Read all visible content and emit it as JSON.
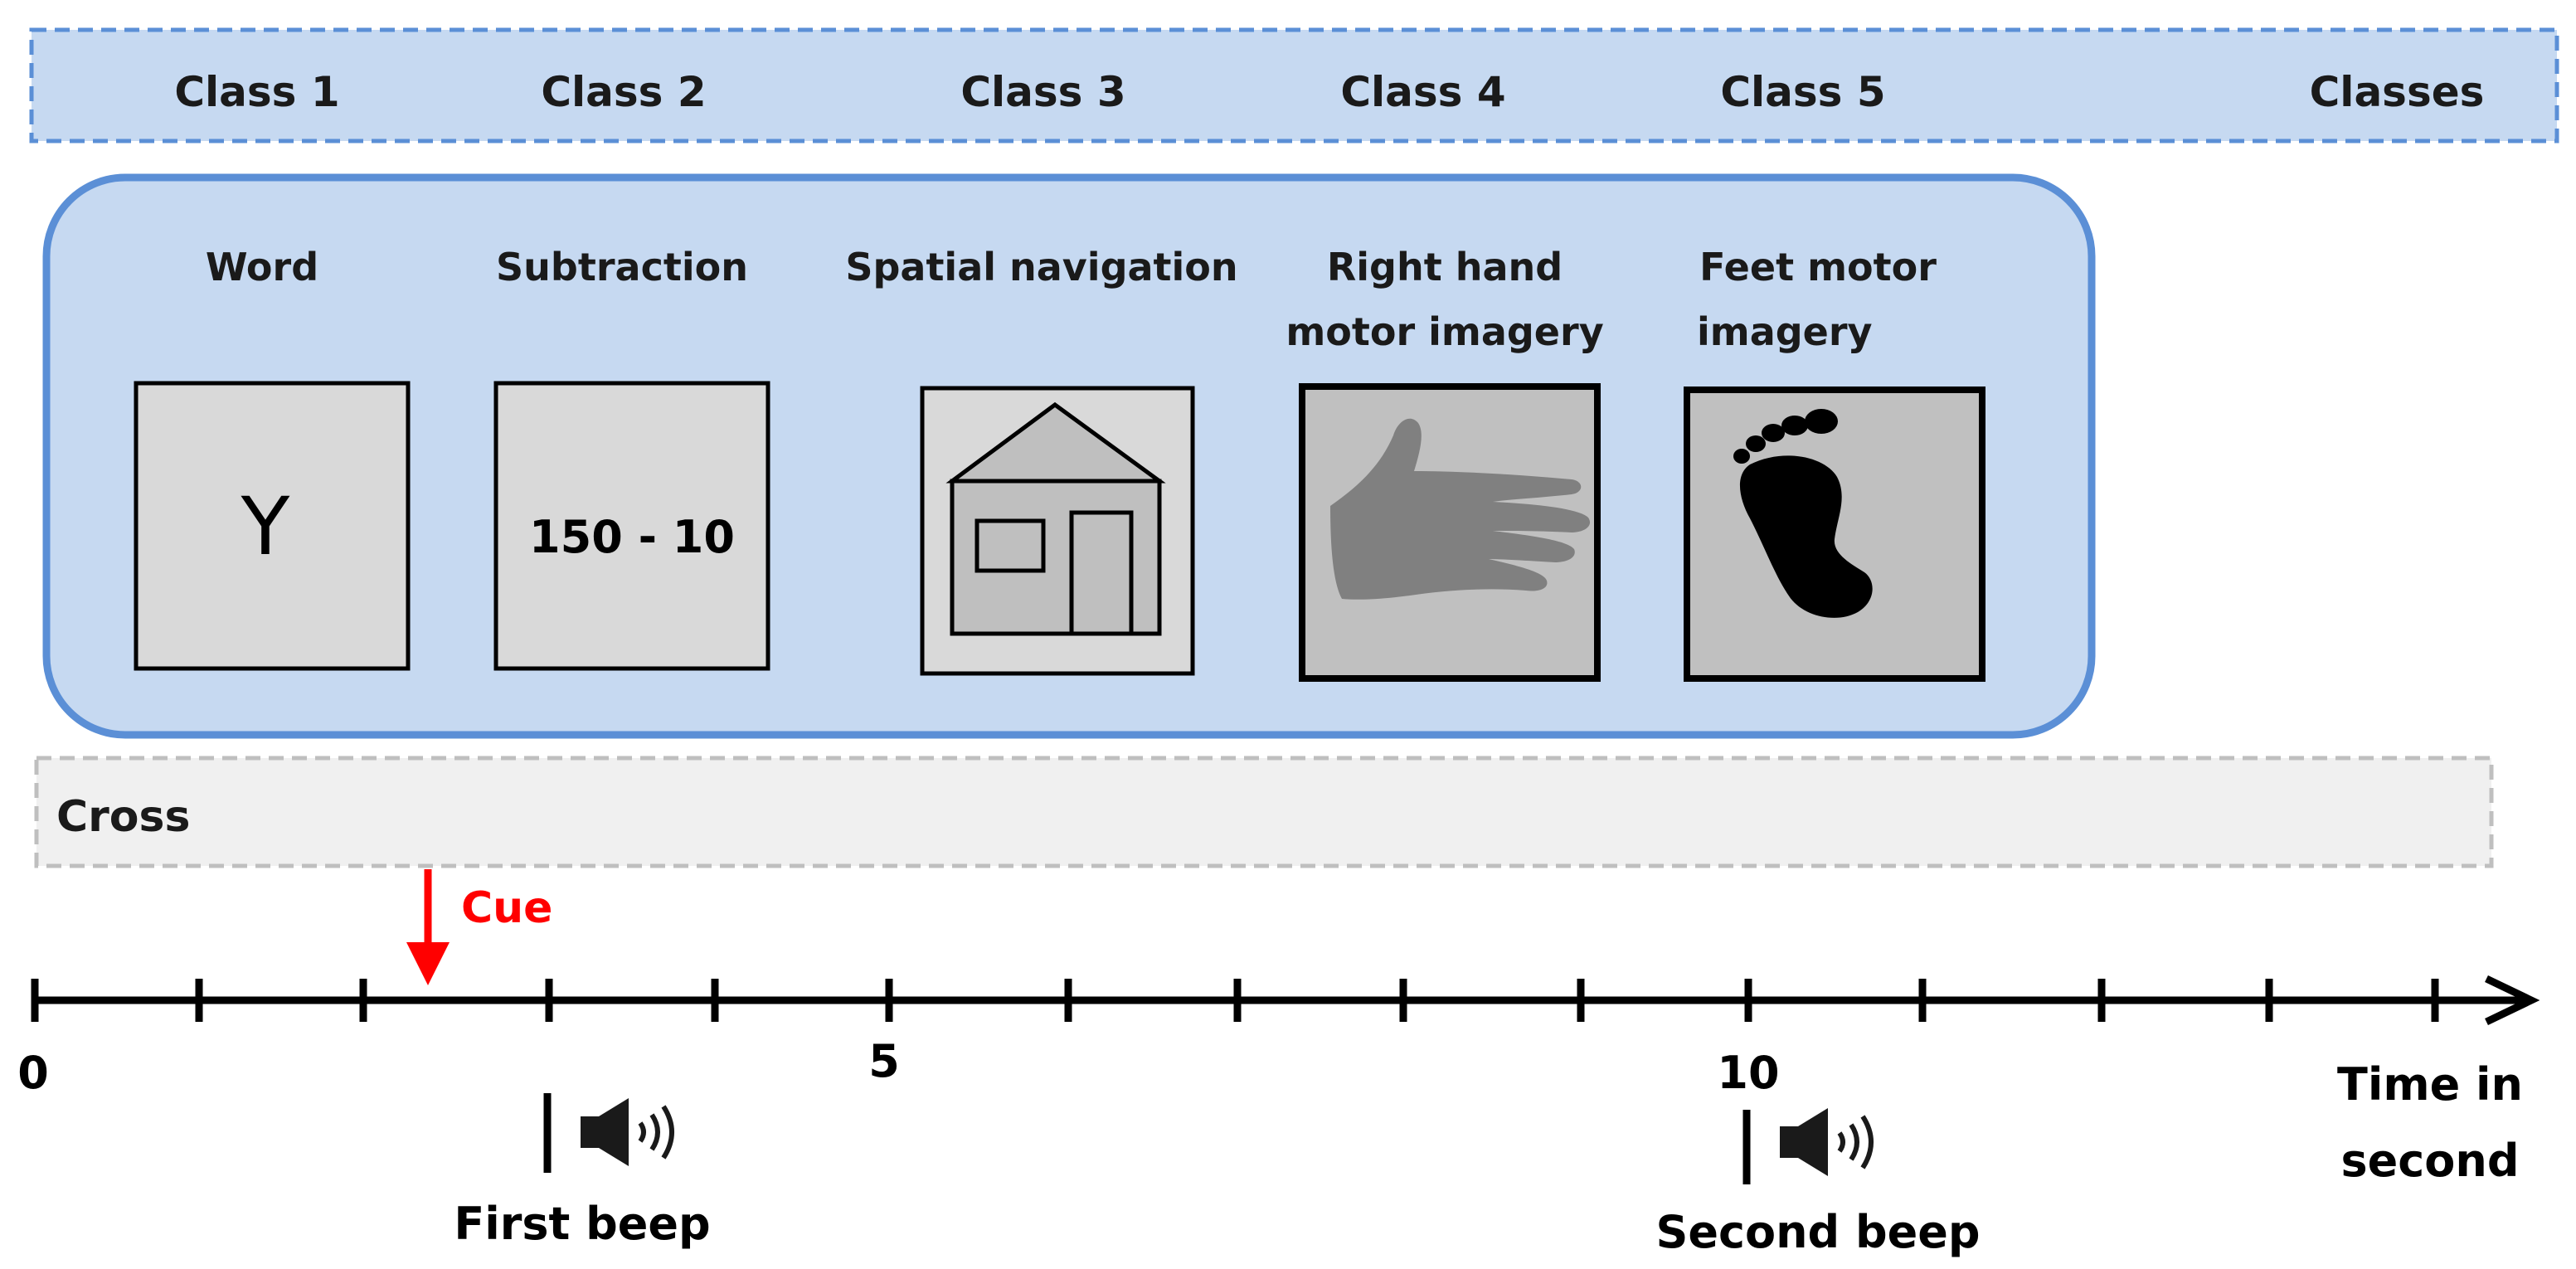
{
  "classes_bar": {
    "labels": [
      "Class 1",
      "Class 2",
      "Class 3",
      "Class 4",
      "Class 5"
    ],
    "end_label": "Classes"
  },
  "tasks": [
    {
      "title_lines": [
        "Word"
      ],
      "stimulus_text": "Y",
      "stimulus": "letter"
    },
    {
      "title_lines": [
        "Subtraction"
      ],
      "stimulus_text": "150 - 10",
      "stimulus": "equation"
    },
    {
      "title_lines": [
        "Spatial navigation"
      ],
      "stimulus": "house-icon"
    },
    {
      "title_lines": [
        "Right hand",
        "motor imagery"
      ],
      "stimulus": "hand-icon"
    },
    {
      "title_lines": [
        "Feet motor",
        "imagery"
      ],
      "stimulus": "foot-icon"
    }
  ],
  "cross": {
    "label": "Cross"
  },
  "cue": {
    "label": "Cue",
    "color": "#ff0000"
  },
  "timeline": {
    "tick_labels": [
      "0",
      "5",
      "10"
    ],
    "axis_label_lines": [
      "Time in",
      "second"
    ]
  },
  "beeps": {
    "first": {
      "label": "First beep"
    },
    "second": {
      "label": "Second beep"
    }
  },
  "colors": {
    "panel_fill": "#c6d9f1",
    "panel_border": "#5b8fd6",
    "cross_fill": "#f0f0f0",
    "cross_border": "#bfbfbf",
    "stimulus_bg": "#d9d9d9",
    "hand": "#808080",
    "foot_bg": "#c0c0c0"
  }
}
